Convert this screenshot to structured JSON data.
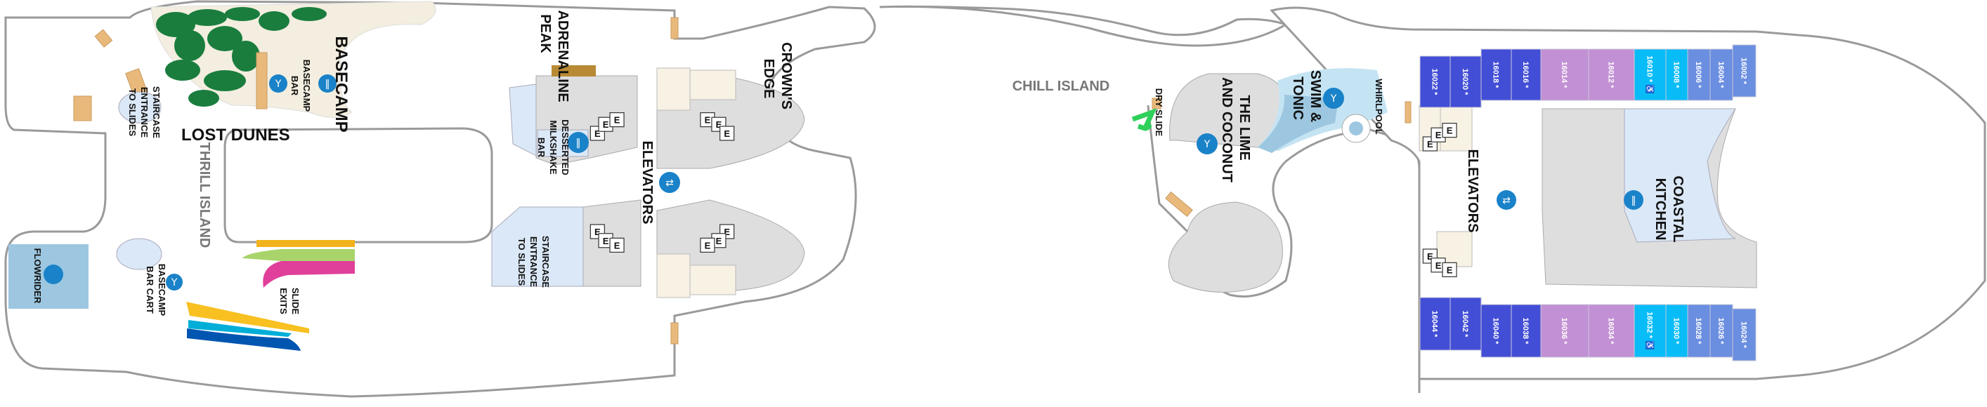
{
  "map": {
    "colors": {
      "inside_cabin": "#434ed6",
      "ocean_view": "#c290d4",
      "balcony": "#08bcf8",
      "panoramic": "#6a8ee0",
      "venue_icon": "#1a82c8",
      "mini_golf_green": "#1a7d3e",
      "flowrider_pool": "#9dc7e0"
    },
    "areas": {
      "lost_dunes": "LOST DUNES",
      "basecamp": "BASECAMP",
      "basecamp_bar_1": "BASECAMP",
      "basecamp_bar_2": "BAR",
      "staircase_left_1": "STAIRCASE",
      "staircase_left_2": "ENTRANCE",
      "staircase_left_3": "TO SLIDES",
      "thrill_island": "THRILL ISLAND",
      "flowrider": "FLOWRIDER",
      "bar_cart_1": "BASECAMP",
      "bar_cart_2": "BAR CART",
      "slide_exits_1": "SLIDE",
      "slide_exits_2": "EXITS",
      "adrenaline_1": "ADRENALINE",
      "adrenaline_2": "PEAK",
      "milkshake_1": "DESSERTED",
      "milkshake_2": "MILKSHAKE",
      "milkshake_3": "BAR",
      "elevators_mid": "ELEVATORS",
      "staircase_mid_1": "STAIRCASE",
      "staircase_mid_2": "ENTRANCE",
      "staircase_mid_3": "TO SLIDES",
      "crowns_edge_1": "CROWN'S",
      "crowns_edge_2": "EDGE",
      "chill_island": "CHILL ISLAND",
      "dry_slide": "DRY SLIDE",
      "lime_1": "THE LIME",
      "lime_2": "AND COCONUT",
      "swim_1": "SWIM &",
      "swim_2": "TONIC",
      "whirlpool": "WHIRLPOOL",
      "elevators_fwd": "ELEVATORS",
      "coastal_1": "COASTAL",
      "coastal_2": "KITCHEN"
    },
    "cabins_top": [
      {
        "num": "16022 *",
        "cat": "inside_cabin"
      },
      {
        "num": "16020 *",
        "cat": "inside_cabin"
      },
      {
        "num": "16018 *",
        "cat": "inside_cabin"
      },
      {
        "num": "16016 *",
        "cat": "inside_cabin"
      },
      {
        "num": "16014 *",
        "cat": "ocean_view"
      },
      {
        "num": "16012 *",
        "cat": "ocean_view"
      },
      {
        "num": "16010 * ♿",
        "cat": "balcony"
      },
      {
        "num": "16008 *",
        "cat": "balcony"
      },
      {
        "num": "16006 *",
        "cat": "panoramic"
      },
      {
        "num": "16004 *",
        "cat": "panoramic"
      },
      {
        "num": "16002 *",
        "cat": "panoramic"
      }
    ],
    "cabins_bottom": [
      {
        "num": "16044 *",
        "cat": "inside_cabin"
      },
      {
        "num": "16042 *",
        "cat": "inside_cabin"
      },
      {
        "num": "16040 *",
        "cat": "inside_cabin"
      },
      {
        "num": "16038 *",
        "cat": "inside_cabin"
      },
      {
        "num": "16036 *",
        "cat": "ocean_view"
      },
      {
        "num": "16034 *",
        "cat": "ocean_view"
      },
      {
        "num": "16032 * ♿",
        "cat": "balcony"
      },
      {
        "num": "16030 *",
        "cat": "balcony"
      },
      {
        "num": "16028 *",
        "cat": "panoramic"
      },
      {
        "num": "16026 *",
        "cat": "panoramic"
      },
      {
        "num": "16024 *",
        "cat": "panoramic"
      }
    ],
    "elevator_glyph": "E"
  }
}
